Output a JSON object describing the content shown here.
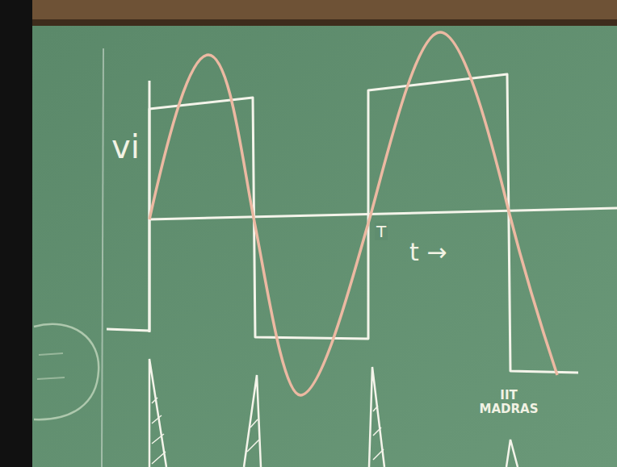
{
  "diagram": {
    "labels": [
      "vi",
      "T",
      "t →",
      "IIT MADRAS"
    ]
  }
}
